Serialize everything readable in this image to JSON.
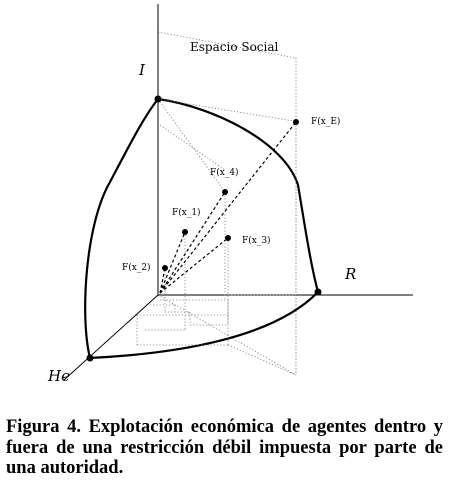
{
  "diagram": {
    "axis_labels": {
      "i": "I",
      "r": "R",
      "he": "He"
    },
    "space_label": "Espacio Social",
    "points": [
      {
        "id": "xe",
        "label": "F(x_E)"
      },
      {
        "id": "x4",
        "label": "F(x_4)"
      },
      {
        "id": "x1",
        "label": "F(x_1)"
      },
      {
        "id": "x3",
        "label": "F(x_3)"
      },
      {
        "id": "x2",
        "label": "F(x_2)"
      }
    ]
  },
  "caption": "Figura 4. Explotación económica de agentes dentro y fuera de una restricción débil impuesta por parte de una autoridad."
}
